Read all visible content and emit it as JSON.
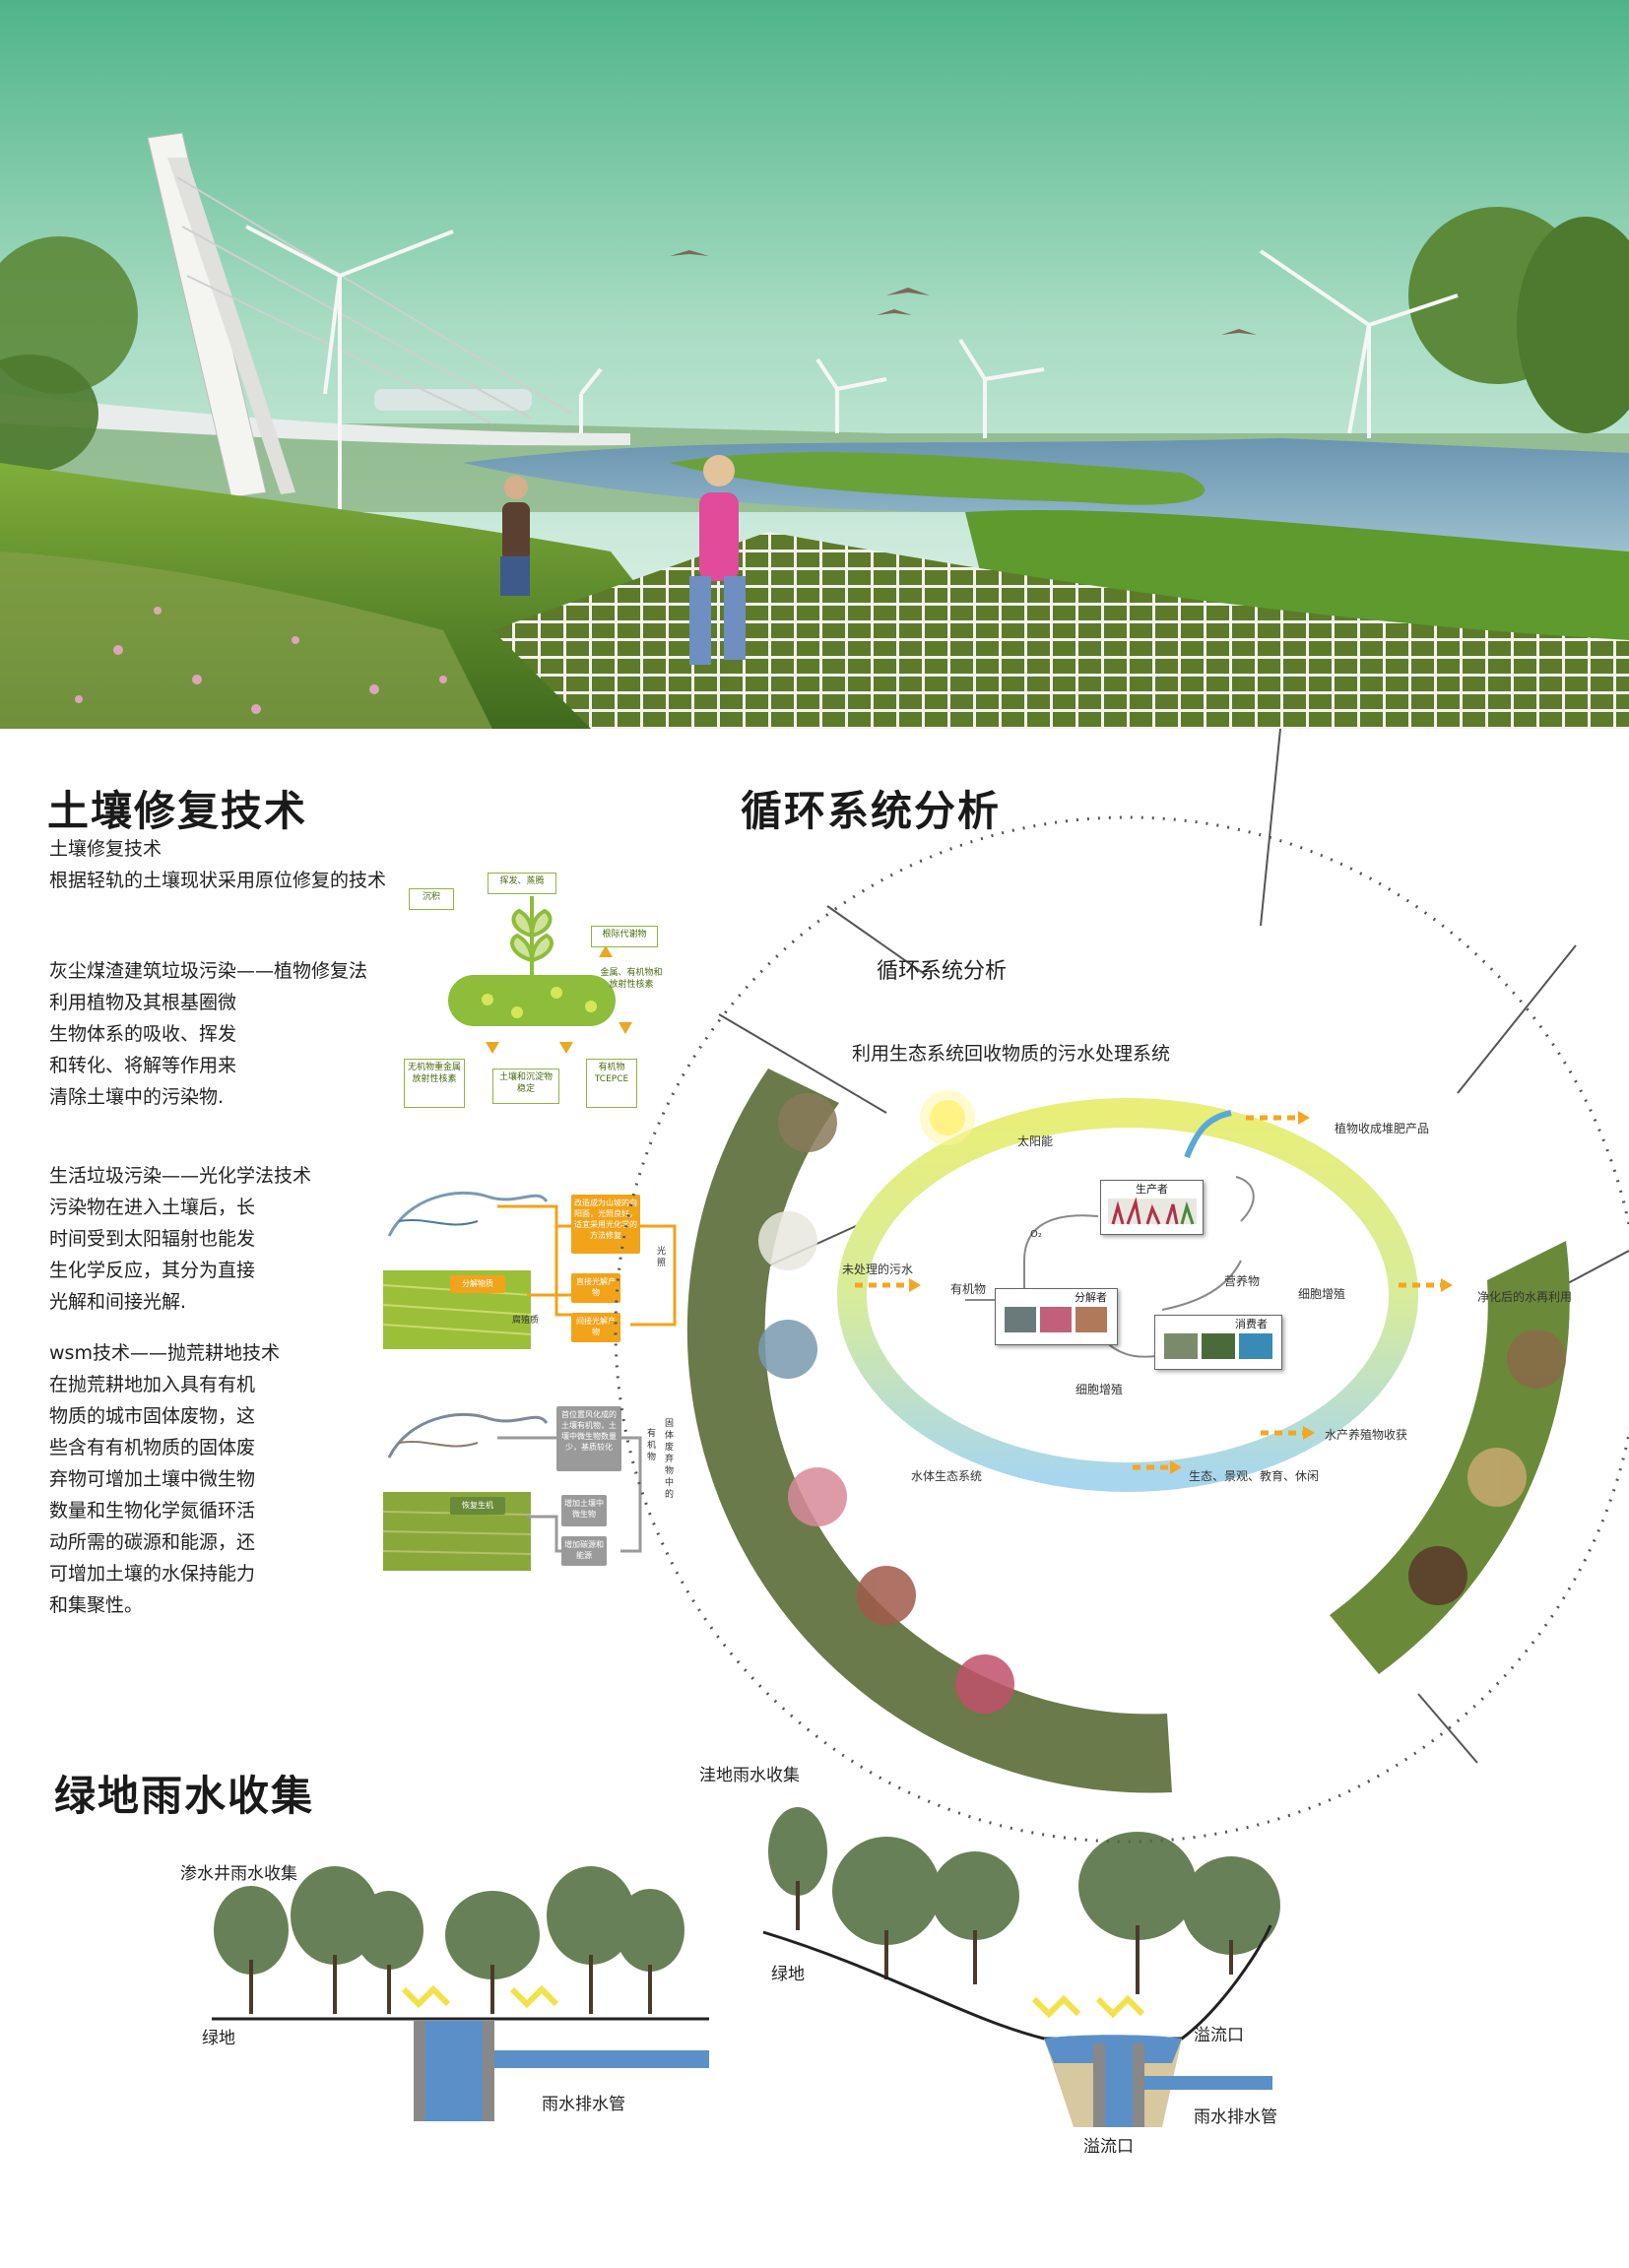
{
  "soil": {
    "title": "土壤修复技术",
    "lines": [
      "土壤修复技术",
      "根据轻轨的土壤现状采用原位修复的技术"
    ],
    "block1": [
      "灰尘煤渣建筑垃圾污染——植物修复法",
      "利用植物及其根基圈微",
      "生物体系的吸收、挥发",
      "和转化、将解等作用来",
      "清除土壤中的污染物."
    ],
    "block2": [
      "生活垃圾污染——光化学法技术",
      "污染物在进入土壤后，长",
      "时间受到太阳辐射也能发",
      "生化学反应，其分为直接",
      "光解和间接光解."
    ],
    "block3": [
      "wsm技术——抛荒耕地技术",
      "在抛荒耕地加入具有有机",
      "物质的城市固体废物，这",
      "些含有有机物质的固体废",
      "弃物可增加土壤中微生物",
      "数量和生物化学氮循环活",
      "动所需的碳源和能源，还",
      "可增加土壤的水保持能力",
      "和集聚性。"
    ],
    "plant_diagram": {
      "top1": "沉积",
      "top2": "挥发、蒸腾",
      "right_top": "根际代谢物",
      "right_mid": "金属、有机物和放射性核素",
      "b1": "无机物重金属放射性核素",
      "b2": "土壤和沉淀物稳定",
      "b3": "有机物TCEPCE"
    },
    "photo_diagram": {
      "b1": "改造成为山坡的向阳面，光照良好，适宜采用光化学的方法修复",
      "b2": "直接光解产物",
      "b3": "间接光解产物",
      "l1": "分解物质",
      "l2": "腐殖质",
      "side": "光照"
    },
    "wsm_diagram": {
      "b1": "首位置风化成的土壤有机物，土壤中微生物数量少，基质较化",
      "b2": "增加土壤中微生物",
      "b3": "增加碳源和能源",
      "l1": "恢复生机",
      "side1": "有机物",
      "side2": "固体废弃物中的"
    }
  },
  "cycle": {
    "title": "循环系统分析",
    "inner_title": "循环系统分析",
    "subtitle": "利用生态系统回收物质的污水处理系统",
    "labels": {
      "sun": "太阳能",
      "o2": "O₂",
      "producer": "生产者",
      "decomposer": "分解者",
      "consumer": "消费者",
      "organic": "有机物",
      "nutrient": "营养物",
      "cell1": "细胞增殖",
      "cell2": "细胞增殖",
      "in_water": "未处理的污水",
      "out_water": "净化后的水再利用",
      "plant_product": "植物收成堆肥产品",
      "aqua": "水产养殖物收获",
      "eco": "生态、景观、教育、休闲",
      "water_eco": "水体生态系统"
    },
    "colors": {
      "arrow": "#f4a623",
      "ring_yellow": "#e6ec70",
      "ring_blue": "#9fd2ec"
    }
  },
  "rain": {
    "title": "绿地雨水收集",
    "left_caption": "渗水井雨水收集",
    "right_caption": "洼地雨水收集",
    "left_labels": {
      "green": "绿地",
      "pipe": "雨水排水管"
    },
    "right_labels": {
      "green": "绿地",
      "overflow1": "溢流口",
      "pipe": "雨水排水管",
      "overflow2": "溢流口"
    }
  }
}
